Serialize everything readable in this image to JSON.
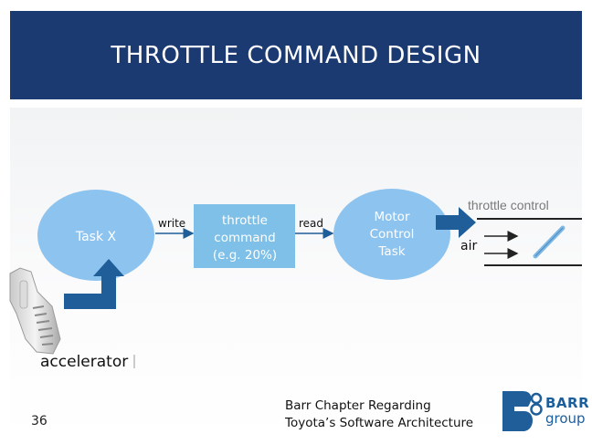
{
  "slide": {
    "title": "THROTTLE COMMAND DESIGN",
    "page_number": "36"
  },
  "diagram": {
    "task_x": "Task X",
    "write_label": "write",
    "command_box": [
      "throttle",
      "command",
      "(e.g. 20%)"
    ],
    "read_label": "read",
    "motor_task": [
      "Motor",
      "Control",
      "Task"
    ],
    "throttle_control_label": "throttle control",
    "air_label": "air",
    "accelerator_label": "accelerator"
  },
  "footer": {
    "line1": "Barr Chapter Regarding",
    "line2": "Toyota’s Software Architecture"
  },
  "logo": {
    "barr": "BARR",
    "group": "group"
  },
  "colors": {
    "title_bg": "#1c3a72",
    "ellipse": "#8dc3ef",
    "command_box": "#7ec0e8",
    "arrow": "#1f5e99"
  }
}
